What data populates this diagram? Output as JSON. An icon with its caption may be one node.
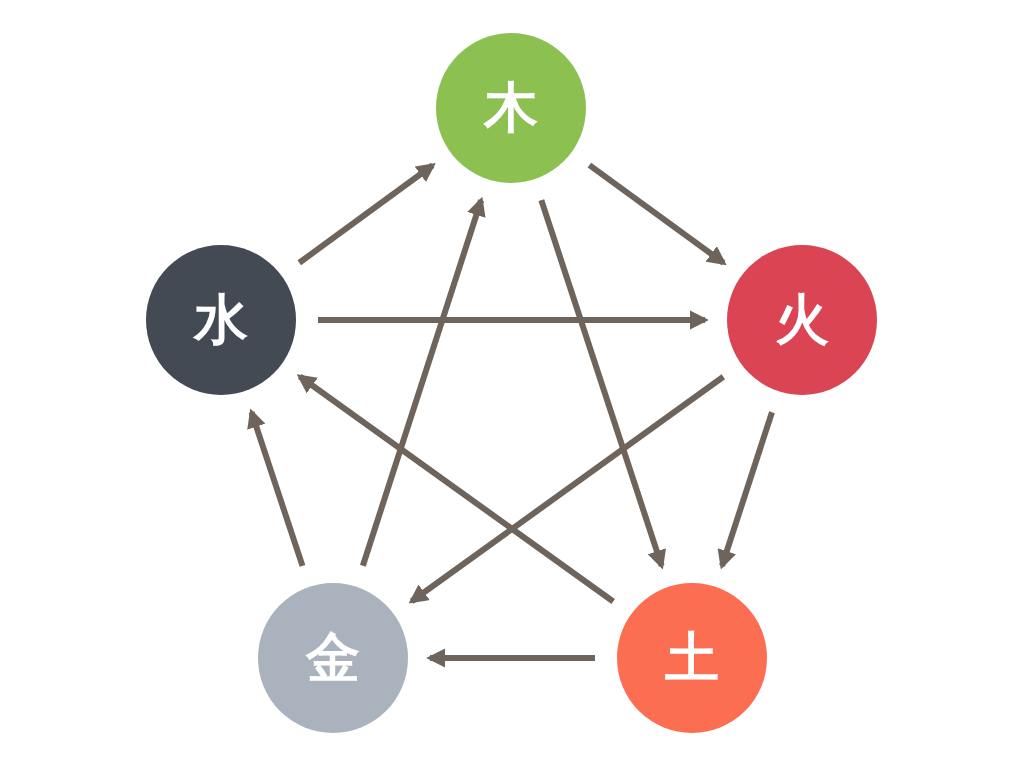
{
  "diagram": {
    "nodes": [
      {
        "text": [
          "木"
        ]
      },
      {
        "text": [
          "火"
        ]
      },
      {
        "text": [
          "土"
        ]
      },
      {
        "text": [
          "金"
        ]
      },
      {
        "text": [
          "水"
        ]
      }
    ],
    "edges": [
      {
        "from": 0,
        "to": 1,
        "arrow": "to"
      },
      {
        "from": 1,
        "to": 2,
        "arrow": "to"
      },
      {
        "from": 2,
        "to": 3,
        "arrow": "to"
      },
      {
        "from": 3,
        "to": 4,
        "arrow": "to"
      },
      {
        "from": 4,
        "to": 0,
        "arrow": "to"
      },
      {
        "from": 0,
        "to": 2,
        "arrow": "to"
      },
      {
        "from": 2,
        "to": 4,
        "arrow": "to"
      },
      {
        "from": 4,
        "to": 1,
        "arrow": "to"
      },
      {
        "from": 1,
        "to": 3,
        "arrow": "to"
      },
      {
        "from": 3,
        "to": 0,
        "arrow": "to"
      }
    ]
  }
}
